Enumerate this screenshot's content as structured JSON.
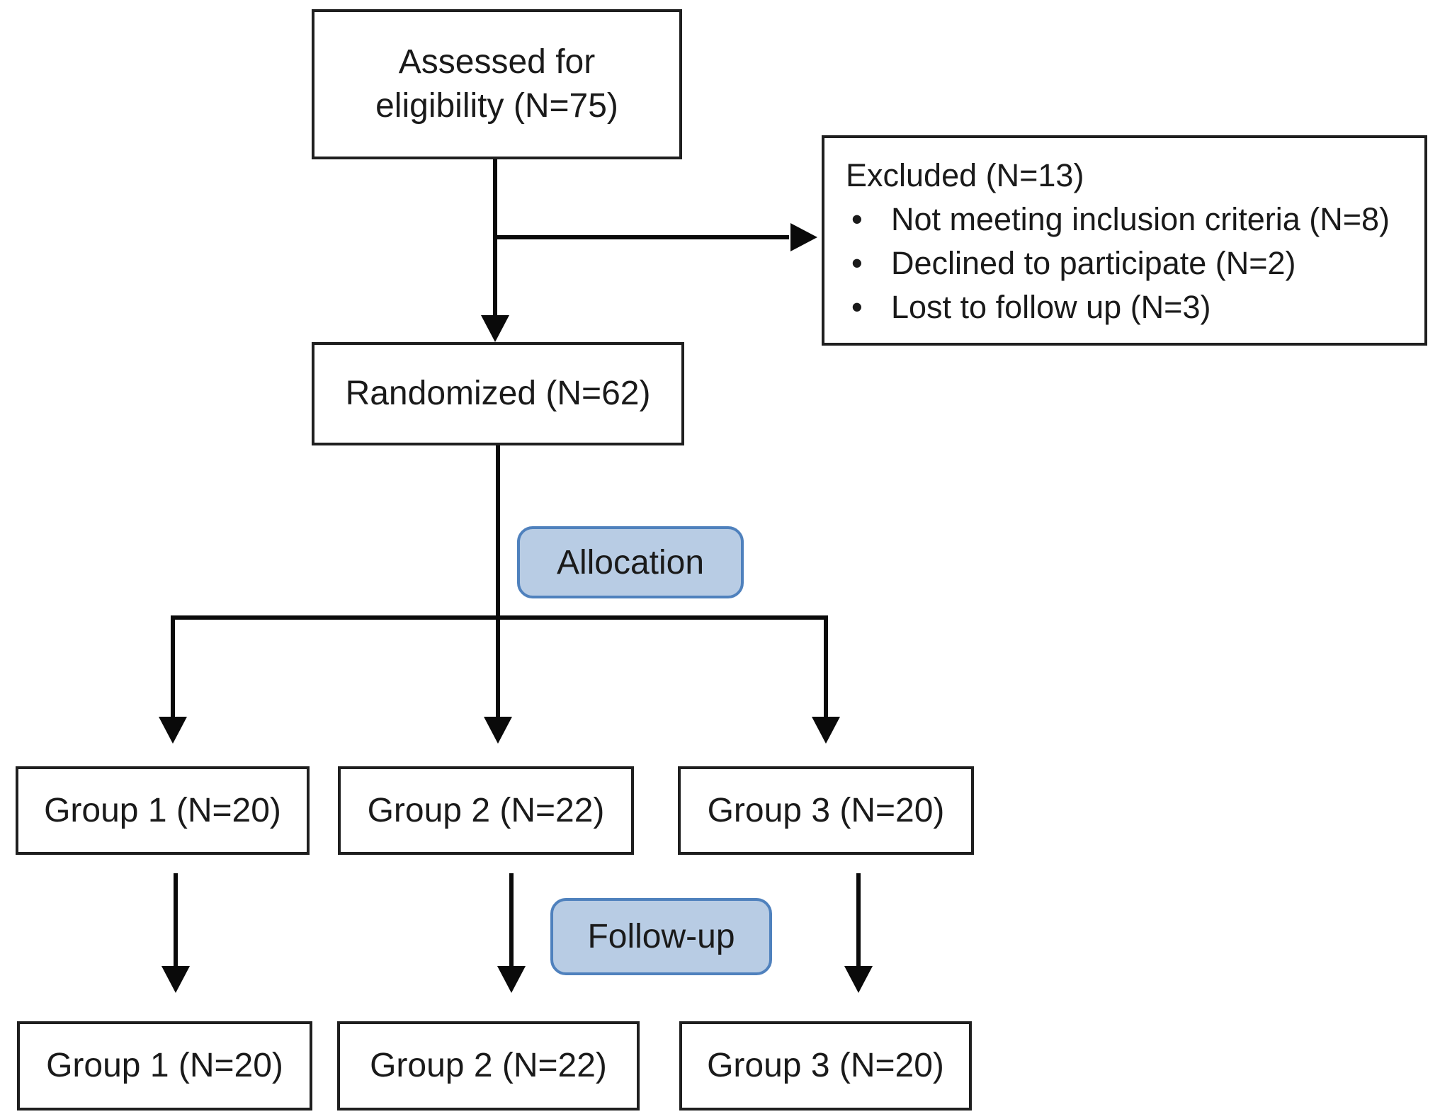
{
  "colors": {
    "stage_fill": "#b8cce4",
    "stage_border": "#4f81bd",
    "box_border": "#1f1f1f",
    "arrow": "#0a0a0a",
    "text": "#1a1a1a"
  },
  "boxes": {
    "assessed": {
      "label": "Assessed for\neligibility (N=75)"
    },
    "excluded": {
      "title": "Excluded (N=13)",
      "reasons": [
        "Not meeting inclusion criteria (N=8)",
        "Declined to participate (N=2)",
        "Lost to follow up (N=3)"
      ]
    },
    "randomized": {
      "label": "Randomized (N=62)"
    },
    "allocation_row": [
      {
        "label": "Group 1 (N=20)"
      },
      {
        "label": "Group 2 (N=22)"
      },
      {
        "label": "Group 3 (N=20)"
      }
    ],
    "followup_row": [
      {
        "label": "Group 1 (N=20)"
      },
      {
        "label": "Group 2 (N=22)"
      },
      {
        "label": "Group 3 (N=20)"
      }
    ]
  },
  "stages": {
    "allocation": "Allocation",
    "followup": "Follow-up"
  }
}
